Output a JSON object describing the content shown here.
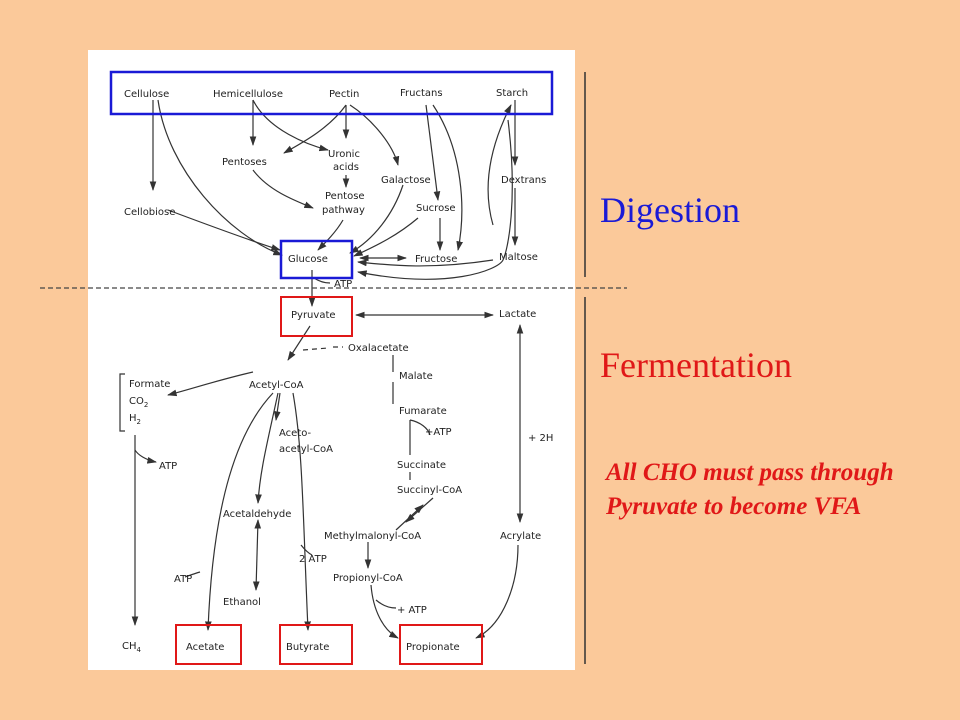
{
  "labels": {
    "digestion": "Digestion",
    "fermentation": "Fermentation",
    "note": "All CHO must pass through Pyruvate to become VFA"
  },
  "colors": {
    "background": "#FBC99A",
    "digestion": "#1a1ad6",
    "fermentation": "#e01818",
    "note": "#e01818"
  },
  "diagram": {
    "nodes": {
      "cellulose": "Cellulose",
      "hemicellulose": "Hemicellulose",
      "pectin": "Pectin",
      "fructans": "Fructans",
      "starch": "Starch",
      "pentoses": "Pentoses",
      "uronic_1": "Uronic",
      "uronic_2": "acids",
      "galactose": "Galactose",
      "dextrans": "Dextrans",
      "pentose_1": "Pentose",
      "pentose_2": "pathway",
      "cellobiose": "Cellobiose",
      "sucrose": "Sucrose",
      "glucose": "Glucose",
      "fructose": "Fructose",
      "maltose": "Maltose",
      "atp_glucose": "ATP",
      "pyruvate": "Pyruvate",
      "lactate": "Lactate",
      "oxalacetate": "Oxalacetate",
      "formate": "Formate",
      "co2": "CO",
      "co2_sub": "2",
      "h2": "H",
      "h2_sub": "2",
      "acetyl_coa": "Acetyl-CoA",
      "malate": "Malate",
      "fumarate": "Fumarate",
      "atp_fumarate": "+ATP",
      "plus_2h": "+ 2H",
      "atp_left": "ATP",
      "aceto_1": "Aceto-",
      "aceto_2": "acetyl-CoA",
      "succinate": "Succinate",
      "succinyl_coa": "Succinyl-CoA",
      "acetaldehyde": "Acetaldehyde",
      "methylmalonyl_coa": "Methylmalonyl-CoA",
      "acrylate": "Acrylate",
      "two_atp": "2 ATP",
      "atp_acetate": "ATP",
      "propionyl_coa": "Propionyl-CoA",
      "ethanol": "Ethanol",
      "atp_propionate": "+ ATP",
      "ch4": "CH",
      "ch4_sub": "4",
      "acetate": "Acetate",
      "butyrate": "Butyrate",
      "propionate": "Propionate"
    }
  }
}
